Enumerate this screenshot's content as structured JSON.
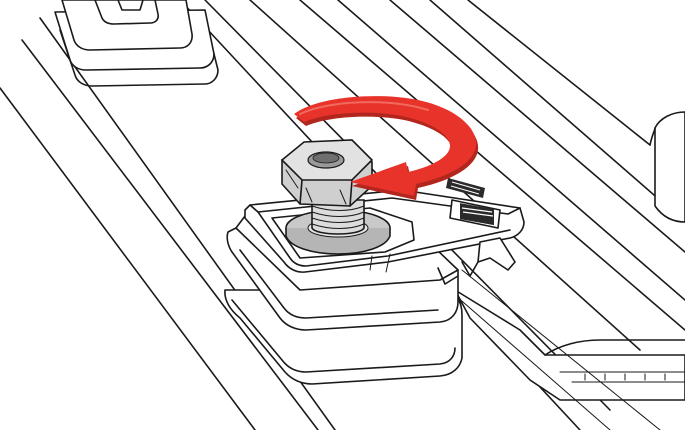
{
  "figure": {
    "type": "assembly-illustration",
    "parts": [
      "mounting-rail",
      "upper-clamp-block",
      "lower-clamp-block",
      "clamp-plate",
      "washer",
      "hex-nut",
      "bolt",
      "rotation-arrow"
    ],
    "arrow_color": "#e8332a",
    "arrow_shadow_color": "#b3261e",
    "nut_fill": "#d6d6d6",
    "washer_fill": "#c9c9c9",
    "line_color": "#1a1a1a",
    "rotation": "clockwise"
  }
}
